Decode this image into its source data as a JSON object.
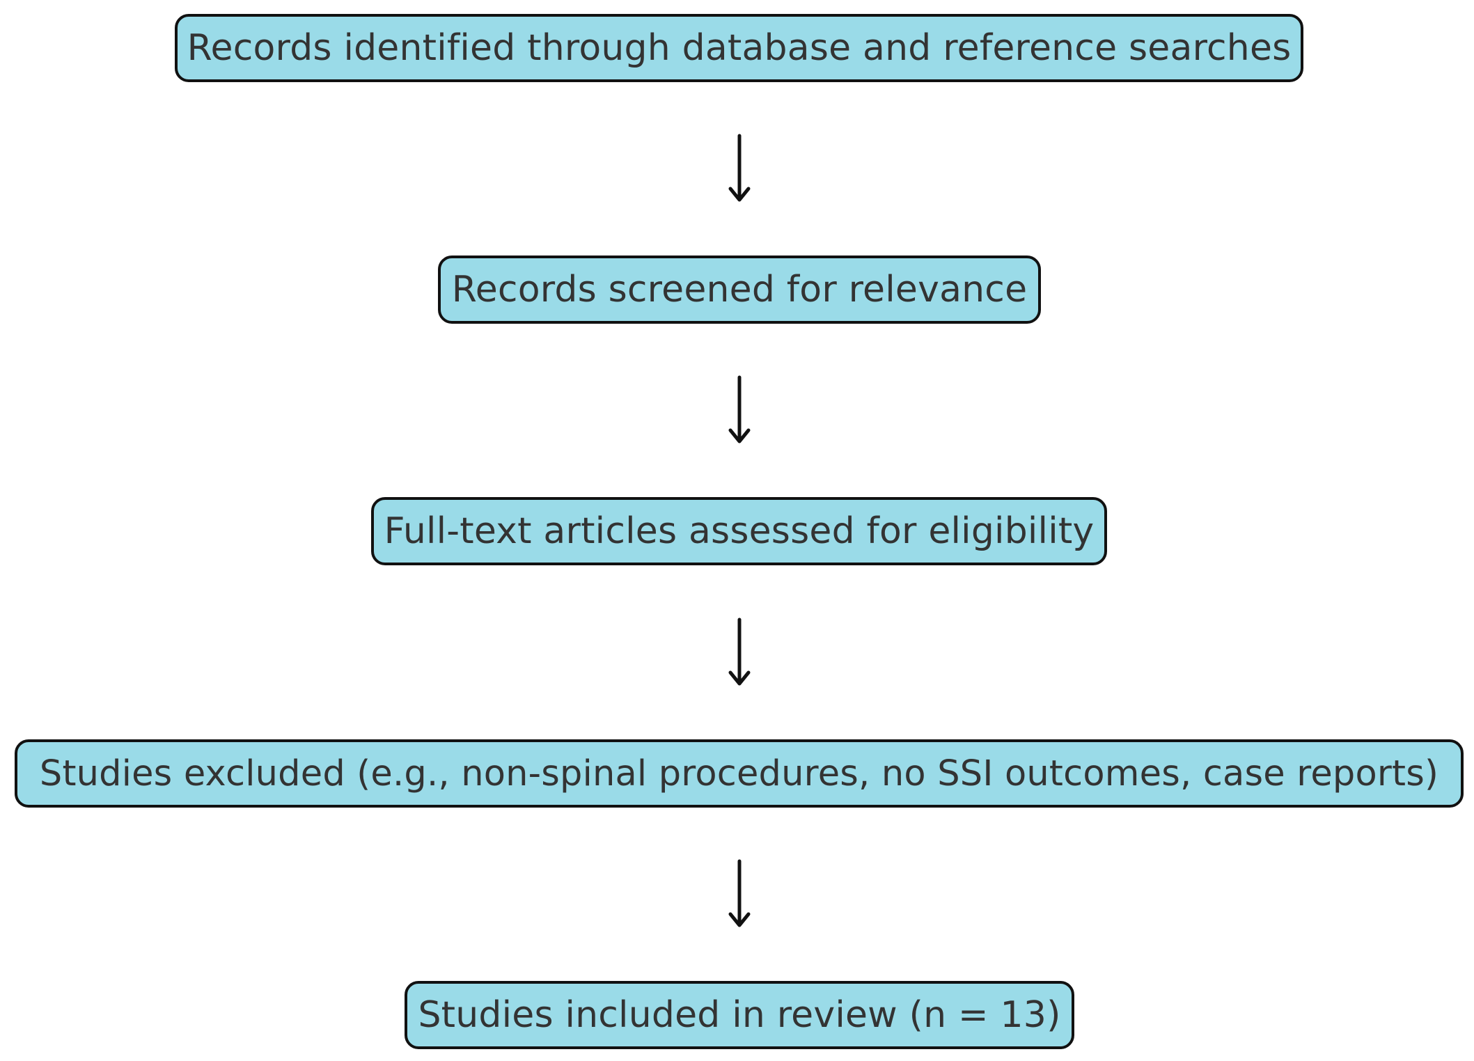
{
  "flowchart": {
    "steps": [
      {
        "label": "Records identified through database and reference searches"
      },
      {
        "label": "Records screened for relevance"
      },
      {
        "label": "Full-text articles assessed for eligibility"
      },
      {
        "label": "Studies excluded (e.g., non-spinal procedures, no SSI outcomes, case reports)"
      },
      {
        "label": "Studies included in review (n = 13)"
      }
    ],
    "colors": {
      "box_fill": "#9adbe8",
      "box_border": "#111111",
      "text": "#333333",
      "arrow": "#111111"
    }
  }
}
